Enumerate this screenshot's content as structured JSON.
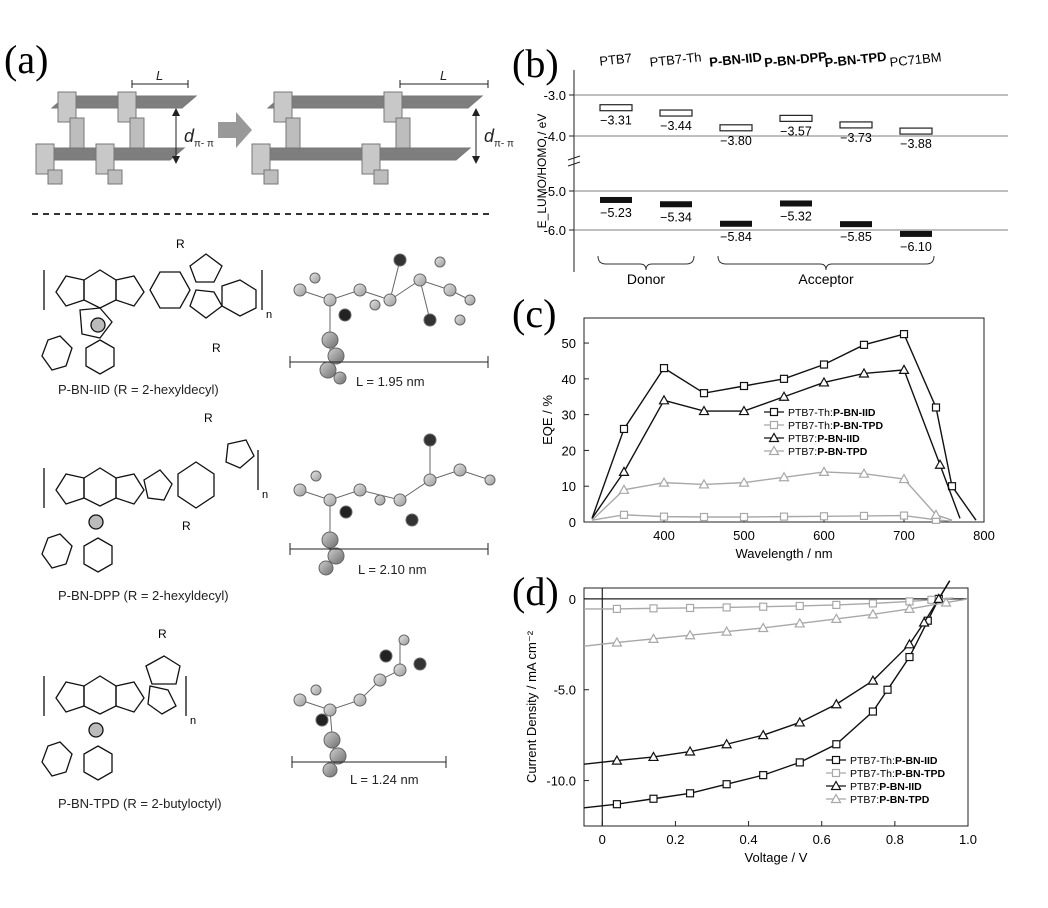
{
  "panels": {
    "a": "(a)",
    "b": "(b)",
    "c": "(c)",
    "d": "(d)"
  },
  "schematic": {
    "length_symbol": "L",
    "distance_symbol": "d",
    "distance_subscript": "π- π"
  },
  "molecules": [
    {
      "name": "P-BN-IID",
      "caption": "P-BN-IID (R = 2-hexyldecyl)",
      "length_label": "L = 1.95 nm",
      "r_group": "R",
      "n": "n"
    },
    {
      "name": "P-BN-DPP",
      "caption": "P-BN-DPP (R = 2-hexyldecyl)",
      "length_label": "L = 2.10 nm",
      "r_group": "R",
      "n": "n"
    },
    {
      "name": "P-BN-TPD",
      "caption": "P-BN-TPD (R = 2-butyloctyl)",
      "length_label": "L = 1.24 nm",
      "r_group": "R",
      "n": "n"
    }
  ],
  "chart_data": [
    {
      "panel": "b",
      "type": "energy-level-diagram",
      "ylabel": "E_LUMO/HOMO / eV",
      "ytick_labels": [
        "-3.0",
        "-4.0",
        "-5.0",
        "-6.0"
      ],
      "materials": [
        "PTB7",
        "PTB7-Th",
        "P-BN-IID",
        "P-BN-DPP",
        "P-BN-TPD",
        "PC71BM"
      ],
      "bold_materials": [
        "P-BN-IID",
        "P-BN-DPP",
        "P-BN-TPD"
      ],
      "lumo": [
        -3.31,
        -3.44,
        -3.8,
        -3.57,
        -3.73,
        -3.88
      ],
      "lumo_labels": [
        "−3.31",
        "−3.44",
        "−3.80",
        "−3.57",
        "−3.73",
        "−3.88"
      ],
      "homo": [
        -5.23,
        -5.34,
        -5.84,
        -5.32,
        -5.85,
        -6.1
      ],
      "homo_labels": [
        "−5.23",
        "−5.34",
        "−5.84",
        "−5.32",
        "−5.85",
        "−6.10"
      ],
      "groups": [
        {
          "label": "Donor",
          "members": [
            "PTB7",
            "PTB7-Th"
          ]
        },
        {
          "label": "Acceptor",
          "members": [
            "P-BN-IID",
            "P-BN-DPP",
            "P-BN-TPD",
            "PC71BM"
          ]
        }
      ]
    },
    {
      "panel": "c",
      "type": "line",
      "xlabel": "Wavelength / nm",
      "ylabel": "EQE / %",
      "xlim": [
        300,
        800
      ],
      "ylim": [
        0,
        57
      ],
      "xticks": [
        400,
        500,
        600,
        700,
        800
      ],
      "yticks": [
        0,
        10,
        20,
        30,
        40,
        50
      ],
      "legend_position": "right",
      "series": [
        {
          "name": "PTB7-Th:P-BN-IID",
          "marker": "square",
          "color": "#111111",
          "x": [
            310,
            350,
            400,
            450,
            500,
            550,
            600,
            650,
            700,
            740,
            760,
            790
          ],
          "y": [
            1,
            26,
            43,
            36,
            38,
            40,
            44,
            49.5,
            52.5,
            32,
            10,
            0.5
          ]
        },
        {
          "name": "PTB7-Th:P-BN-TPD",
          "marker": "square",
          "color": "#a8a8a8",
          "x": [
            310,
            350,
            400,
            450,
            500,
            550,
            600,
            650,
            700,
            740,
            760
          ],
          "y": [
            0.5,
            2,
            1.5,
            1.4,
            1.4,
            1.5,
            1.6,
            1.7,
            1.8,
            0.6,
            0.2
          ]
        },
        {
          "name": "PTB7:P-BN-IID",
          "marker": "triangle",
          "color": "#111111",
          "x": [
            310,
            350,
            400,
            450,
            500,
            550,
            600,
            650,
            700,
            745,
            770
          ],
          "y": [
            1,
            14,
            34,
            31,
            31,
            35,
            39,
            41.5,
            42.5,
            16,
            1
          ]
        },
        {
          "name": "PTB7:P-BN-TPD",
          "marker": "triangle",
          "color": "#a8a8a8",
          "x": [
            310,
            350,
            400,
            450,
            500,
            550,
            600,
            650,
            700,
            740,
            760
          ],
          "y": [
            0.5,
            9,
            11,
            10.5,
            11,
            12.5,
            14,
            13.5,
            12,
            2,
            0.5
          ]
        }
      ]
    },
    {
      "panel": "d",
      "type": "line",
      "xlabel": "Voltage / V",
      "ylabel": "Current Density / mA cm⁻²",
      "xlim": [
        -0.05,
        1.0
      ],
      "ylim": [
        -12.5,
        0.6
      ],
      "xticks": [
        0,
        0.2,
        0.4,
        0.6,
        0.8,
        1.0
      ],
      "xtick_labels": [
        "0",
        "0.2",
        "0.4",
        "0.6",
        "0.8",
        "1.0"
      ],
      "yticks": [
        0,
        -5,
        -10
      ],
      "ytick_labels": [
        "0",
        "-5.0",
        "-10.0"
      ],
      "legend_position": "bottom-right",
      "series": [
        {
          "name": "PTB7-Th:P-BN-IID",
          "marker": "square",
          "color": "#111111",
          "x": [
            -0.05,
            0.04,
            0.14,
            0.24,
            0.34,
            0.44,
            0.54,
            0.64,
            0.74,
            0.78,
            0.84,
            0.89,
            0.92,
            0.95
          ],
          "y": [
            -11.5,
            -11.3,
            -11.0,
            -10.7,
            -10.2,
            -9.7,
            -9.0,
            -8.0,
            -6.2,
            -5.0,
            -3.2,
            -1.2,
            0.0,
            1.0
          ]
        },
        {
          "name": "PTB7-Th:P-BN-TPD",
          "marker": "square",
          "color": "#a8a8a8",
          "x": [
            -0.05,
            0.04,
            0.14,
            0.24,
            0.34,
            0.44,
            0.54,
            0.64,
            0.74,
            0.84,
            0.9,
            0.96
          ],
          "y": [
            -0.55,
            -0.55,
            -0.52,
            -0.5,
            -0.47,
            -0.43,
            -0.39,
            -0.33,
            -0.25,
            -0.14,
            -0.05,
            0.05
          ]
        },
        {
          "name": "PTB7:P-BN-IID",
          "marker": "triangle",
          "color": "#111111",
          "x": [
            -0.05,
            0.04,
            0.14,
            0.24,
            0.34,
            0.44,
            0.54,
            0.64,
            0.74,
            0.84,
            0.88,
            0.92,
            0.95
          ],
          "y": [
            -9.1,
            -8.9,
            -8.7,
            -8.4,
            -8.0,
            -7.5,
            -6.8,
            -5.8,
            -4.5,
            -2.5,
            -1.3,
            0.0,
            1.0
          ]
        },
        {
          "name": "PTB7:P-BN-TPD",
          "marker": "triangle",
          "color": "#a8a8a8",
          "x": [
            -0.05,
            0.04,
            0.14,
            0.24,
            0.34,
            0.44,
            0.54,
            0.64,
            0.74,
            0.84,
            0.94,
            1.0
          ],
          "y": [
            -2.6,
            -2.4,
            -2.2,
            -2.0,
            -1.8,
            -1.6,
            -1.35,
            -1.1,
            -0.85,
            -0.55,
            -0.2,
            0.0
          ]
        }
      ]
    }
  ]
}
